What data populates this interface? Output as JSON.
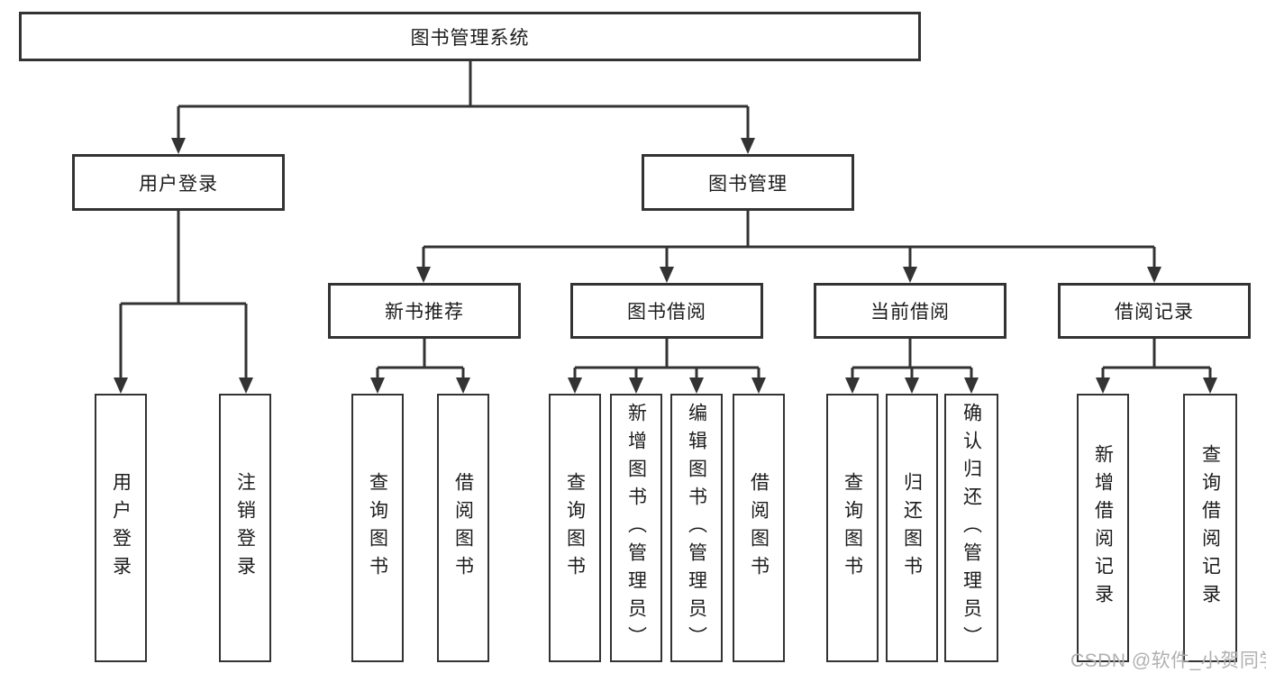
{
  "diagram": {
    "root": {
      "label": "图书管理系统"
    },
    "user_login": {
      "label": "用户登录",
      "children": [
        {
          "label": "用户登录"
        },
        {
          "label": "注销登录"
        }
      ]
    },
    "book_mgmt": {
      "label": "图书管理",
      "children": [
        {
          "label": "新书推荐",
          "children": [
            {
              "label": "查询图书"
            },
            {
              "label": "借阅图书"
            }
          ]
        },
        {
          "label": "图书借阅",
          "children": [
            {
              "label": "查询图书"
            },
            {
              "label": "新增图书（管理员）"
            },
            {
              "label": "编辑图书（管理员）"
            },
            {
              "label": "借阅图书"
            }
          ]
        },
        {
          "label": "当前借阅",
          "children": [
            {
              "label": "查询图书"
            },
            {
              "label": "归还图书"
            },
            {
              "label": "确认归还（管理员）"
            }
          ]
        },
        {
          "label": "借阅记录",
          "children": [
            {
              "label": "新增借阅记录"
            },
            {
              "label": "查询借阅记录"
            }
          ]
        }
      ]
    }
  },
  "watermark": {
    "text": "CSDN @软件_小贺同学",
    "color": "#b0b0b0"
  },
  "colors": {
    "line": "#333333",
    "box_border": "#333333",
    "box_fill": "#ffffff",
    "text": "#1c1c1c",
    "background": "#ffffff"
  }
}
